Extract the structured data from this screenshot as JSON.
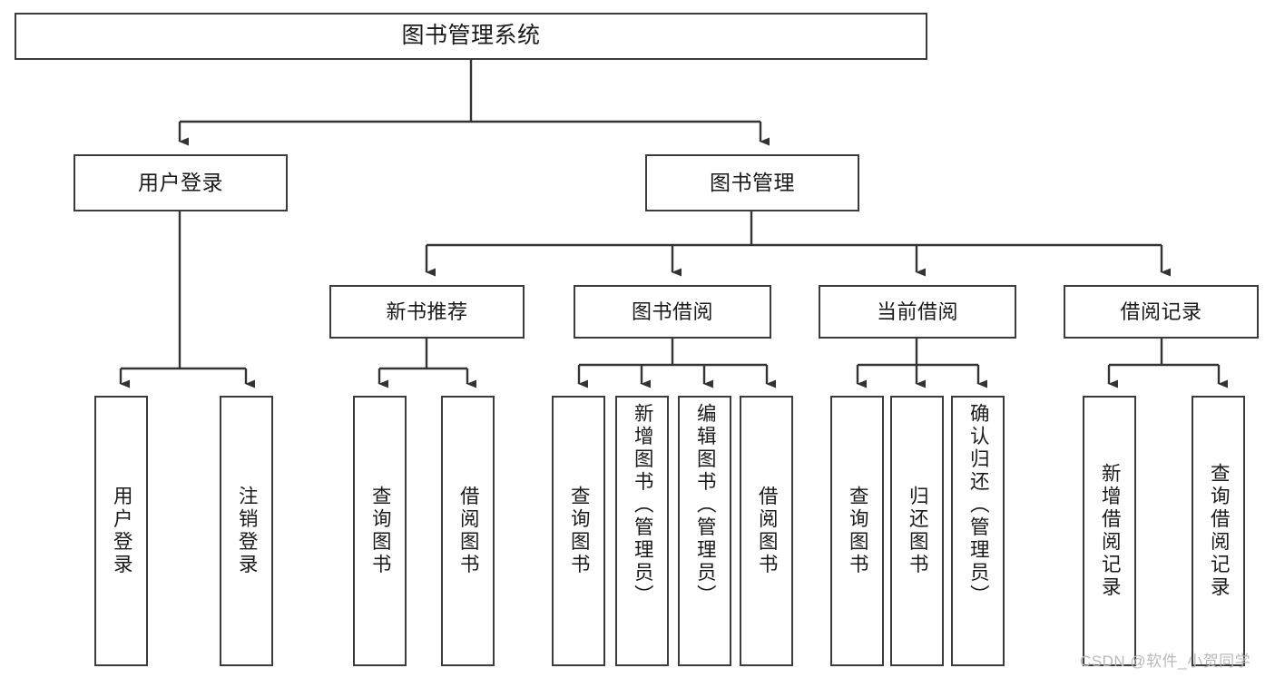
{
  "diagram": {
    "type": "tree-hierarchy",
    "title": "图书管理系统",
    "watermark": "CSDN @软件_小贺同学",
    "colors": {
      "background": "#ffffff",
      "box_border": "#3b3b3b",
      "connector": "#333333",
      "text": "#1a1a1a",
      "watermark": "#b9b9b9"
    },
    "nodes": {
      "root": {
        "label": "图书管理系统"
      },
      "level2": [
        {
          "id": "user-login",
          "label": "用户登录"
        },
        {
          "id": "book-management",
          "label": "图书管理"
        }
      ],
      "level3": [
        {
          "id": "new-book-recommend",
          "label": "新书推荐"
        },
        {
          "id": "book-borrow",
          "label": "图书借阅"
        },
        {
          "id": "current-borrow",
          "label": "当前借阅"
        },
        {
          "id": "borrow-record",
          "label": "借阅记录"
        }
      ],
      "leaves": {
        "user-login": [
          {
            "id": "leaf-user-login",
            "label": "用户登录"
          },
          {
            "id": "leaf-logout",
            "label": "注销登录"
          }
        ],
        "new-book-recommend": [
          {
            "id": "leaf-query-book-1",
            "label": "查询图书"
          },
          {
            "id": "leaf-borrow-book-1",
            "label": "借阅图书"
          }
        ],
        "book-borrow": [
          {
            "id": "leaf-query-book-2",
            "label": "查询图书"
          },
          {
            "id": "leaf-add-book",
            "label": "新增图书（管理员）"
          },
          {
            "id": "leaf-edit-book",
            "label": "编辑图书（管理员）"
          },
          {
            "id": "leaf-borrow-book-2",
            "label": "借阅图书"
          }
        ],
        "current-borrow": [
          {
            "id": "leaf-query-book-3",
            "label": "查询图书"
          },
          {
            "id": "leaf-return-book",
            "label": "归还图书"
          },
          {
            "id": "leaf-confirm-return",
            "label": "确认归还（管理员）"
          }
        ],
        "borrow-record": [
          {
            "id": "leaf-add-record",
            "label": "新增借阅记录"
          },
          {
            "id": "leaf-query-record",
            "label": "查询借阅记录"
          }
        ]
      }
    }
  }
}
